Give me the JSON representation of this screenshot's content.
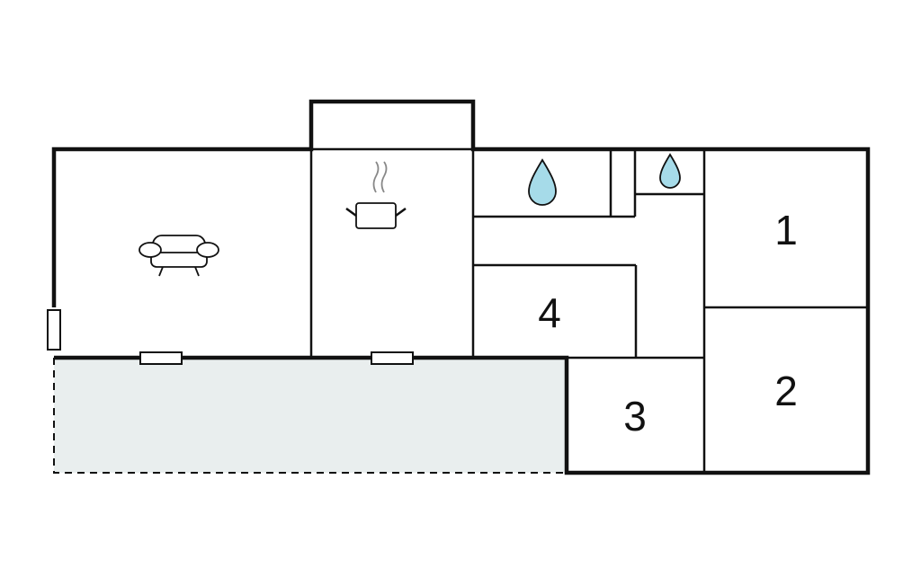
{
  "floorplan": {
    "rooms": [
      {
        "id": "1",
        "label": "1"
      },
      {
        "id": "2",
        "label": "2"
      },
      {
        "id": "3",
        "label": "3"
      },
      {
        "id": "4",
        "label": "4"
      }
    ],
    "icons": [
      {
        "name": "sofa-icon",
        "room": "living-room"
      },
      {
        "name": "cooking-pot-icon",
        "room": "kitchen"
      },
      {
        "name": "water-drop-icon",
        "room": "bathroom"
      },
      {
        "name": "water-drop-icon",
        "room": "wc"
      }
    ],
    "colors": {
      "wall": "#111111",
      "terrace_fill": "#e9eeee",
      "water": "#a6dbe9"
    }
  }
}
